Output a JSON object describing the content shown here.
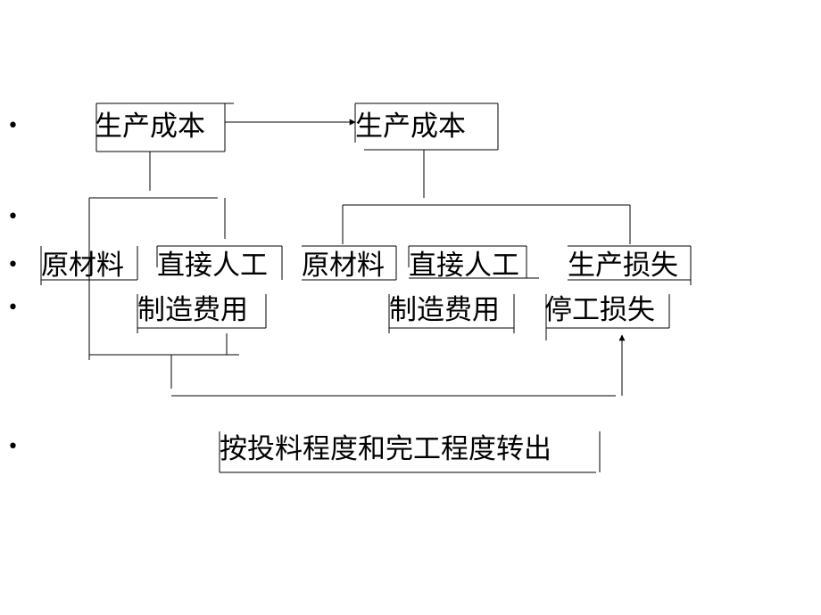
{
  "bullets": [
    "•",
    "•",
    "•",
    "•",
    "•"
  ],
  "nodes": {
    "left_cost": "生产成本",
    "right_cost": "生产成本",
    "left_raw_material": "原材料",
    "left_direct_labor": "直接人工",
    "left_overhead": "制造费用",
    "right_raw_material": "原材料",
    "right_direct_labor": "直接人工",
    "right_production_loss": "生产损失",
    "right_overhead": "制造费用",
    "right_shutdown_loss": "停工损失",
    "transfer_out": "按投料程度和完工程度转出"
  }
}
